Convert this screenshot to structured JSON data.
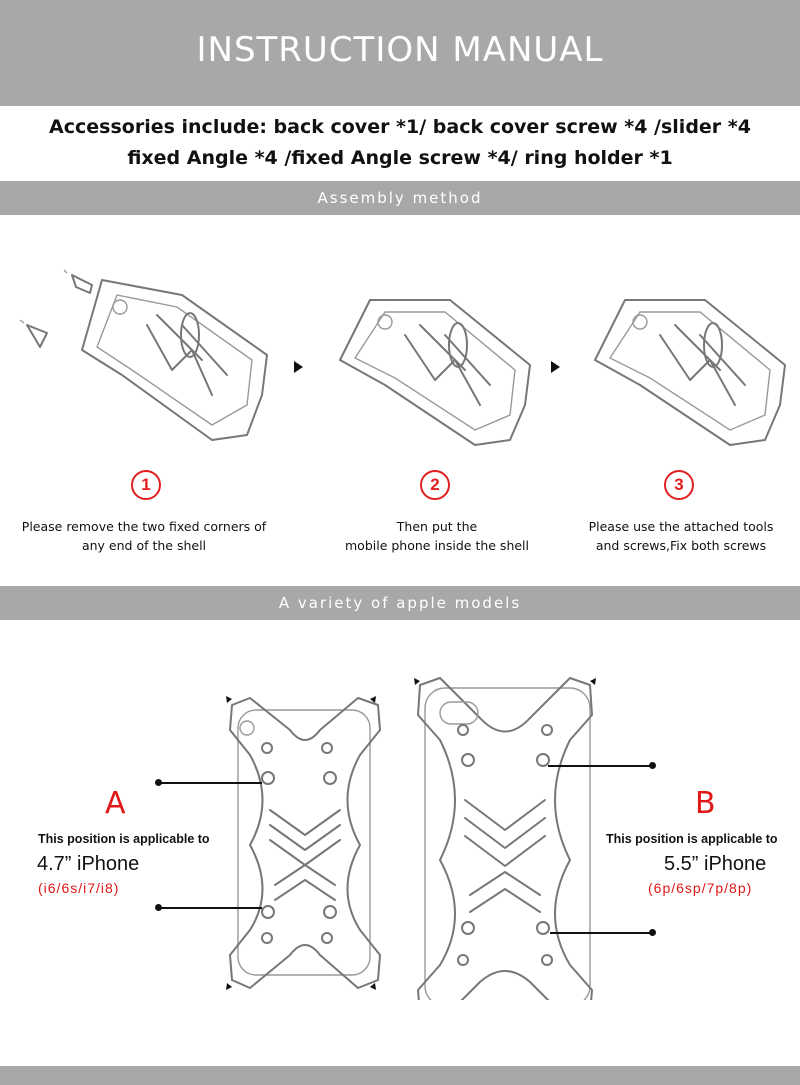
{
  "header": {
    "title": "INSTRUCTION MANUAL"
  },
  "accessories": {
    "line1": "Accessories include: back cover *1/ back cover screw *4 /slider *4",
    "line2": "fixed Angle *4 /fixed Angle screw *4/ ring holder *1"
  },
  "assembly": {
    "title": "Assembly method",
    "steps": [
      {
        "number": "1",
        "line1": "Please remove the two fixed corners of",
        "line2": "any end of the shell"
      },
      {
        "number": "2",
        "line1": "Then put the",
        "line2": "mobile phone inside the shell"
      },
      {
        "number": "3",
        "line1": "Please use the attached tools",
        "line2": "and screws,Fix both screws"
      }
    ]
  },
  "models": {
    "title": "A variety of apple models",
    "a": {
      "letter": "A",
      "applicable": "This position is applicable to",
      "size": "4.7” iPhone",
      "list": "(i6/6s/i7/i8)"
    },
    "b": {
      "letter": "B",
      "applicable": "This position is applicable to",
      "size": "5.5” iPhone",
      "list": "(6p/6sp/7p/8p)"
    }
  },
  "colors": {
    "band": "#a8a8a8",
    "accent_red": "#e01818"
  }
}
